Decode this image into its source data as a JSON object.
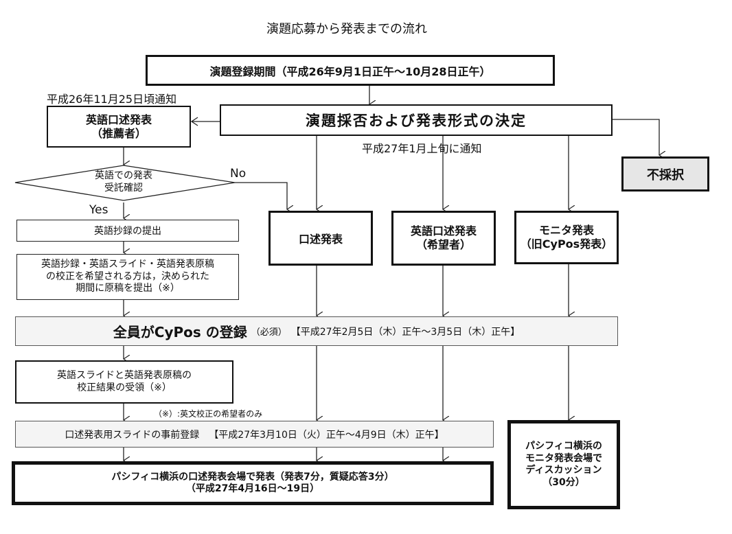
{
  "title": "演題応募から発表までの流れ",
  "registration_period": "演題登録期間（平成26年9月1日正午～10月28日正午）",
  "notice_nov": "平成26年11月25日頃通知",
  "decision": "演題採否および発表形式の決定",
  "notice_jan": "平成27年1月上旬に通知",
  "rejected": "不採択",
  "english_oral_recommended": {
    "line1": "英語口述発表",
    "line2": "（推薦者）"
  },
  "decision_diamond": {
    "line1": "英語での発表",
    "line2": "受託確認",
    "no_label": "No",
    "yes_label": "Yes"
  },
  "english_abstract": "英語抄録の提出",
  "proofreading_request": {
    "line1": "英語抄録・英語スライド・英語発表原稿",
    "line2": "の校正を希望される方は，決められた",
    "line3": "期間に原稿を提出（※）"
  },
  "oral_presentation": "口述発表",
  "english_oral_applicant": {
    "line1": "英語口述発表",
    "line2": "（希望者）"
  },
  "monitor_presentation": {
    "line1": "モニタ発表",
    "line2": "（旧CyPos発表）"
  },
  "cypos_registration": {
    "main": "全員がCyPos の登録",
    "required": "（必須）",
    "period": "【平成27年2月5日（木）正午～3月5日（木）正午】"
  },
  "proofreading_result": {
    "line1": "英語スライドと英語発表原稿の",
    "line2": "校正結果の受領（※）"
  },
  "footnote": "（※）:英文校正の希望者のみ",
  "slide_preregistration": {
    "main": "口述発表用スライドの事前登録",
    "period": "【平成27年3月10日（火）正午～4月9日（木）正午】"
  },
  "oral_venue": {
    "line1": "パシフィコ横浜の口述発表会場で発表（発表7分，質疑応答3分）",
    "line2": "（平成27年4月16日～19日）"
  },
  "monitor_venue": {
    "line1": "パシフィコ横浜の",
    "line2": "モニタ発表会場で",
    "line3": "ディスカッション",
    "line4": "（30分）"
  }
}
